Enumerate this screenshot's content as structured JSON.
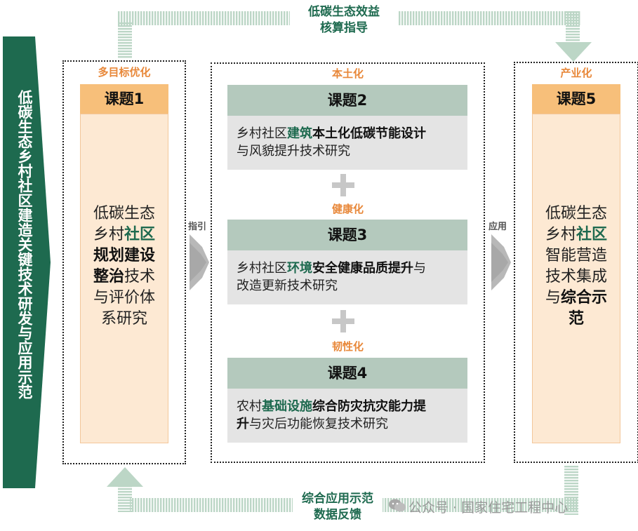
{
  "banner": {
    "text": "低碳生态乡村社区建造关键技术研发与应用示范",
    "color": "#1e6a4f"
  },
  "top_loop": {
    "line1": "低碳生态效益",
    "line2": "核算指导"
  },
  "bottom_loop": {
    "line1": "综合应用示范",
    "line2": "数据反馈"
  },
  "groups": {
    "left_label": "多目标优化",
    "middle_label": "本土化",
    "right_label": "产业化",
    "health_label": "健康化",
    "resilience_label": "韧性化"
  },
  "arrows": {
    "guide_label": "指引",
    "apply_label": "应用"
  },
  "topic1": {
    "title": "课题1",
    "l1": "低碳生态",
    "l2a": "乡村",
    "l2b": "社区",
    "l3": "规划建设",
    "l4a": "整治",
    "l4b": "技术",
    "l5": "与评价体",
    "l6": "系研究"
  },
  "topic2": {
    "title": "课题2",
    "t1": "乡村社区",
    "t2": "建筑",
    "t3": "本土化低碳节能设计",
    "t4": "与风貌提升技术研究"
  },
  "topic3": {
    "title": "课题3",
    "t1": "乡村社区",
    "t2": "环境",
    "t3": "安全健康品质提升",
    "t4": "与",
    "t5": "改造更新技术研究"
  },
  "topic4": {
    "title": "课题4",
    "t1": "农村",
    "t2": "基础设施",
    "t3": "综合防灾抗灾能力提",
    "t4": "升",
    "t5": "与灾后功能恢复技术研究"
  },
  "topic5": {
    "title": "课题5",
    "l1": "低碳生态",
    "l2a": "乡村",
    "l2b": "社区",
    "l3": "智能营造",
    "l4": "技术集成",
    "l5a": "与",
    "l5b": "综合示",
    "l6": "范"
  },
  "watermark": {
    "text": "公众号 · 国家住宅工程中心"
  },
  "colors": {
    "dark_green": "#1e6a4f",
    "orange_label": "#e8883a",
    "orange_head": "#f7bf7a",
    "orange_body": "#fde9d3",
    "green_head": "#b4c9bd",
    "gray_body": "#e4e4e4",
    "loop_arrow": "#bcd6c6"
  }
}
